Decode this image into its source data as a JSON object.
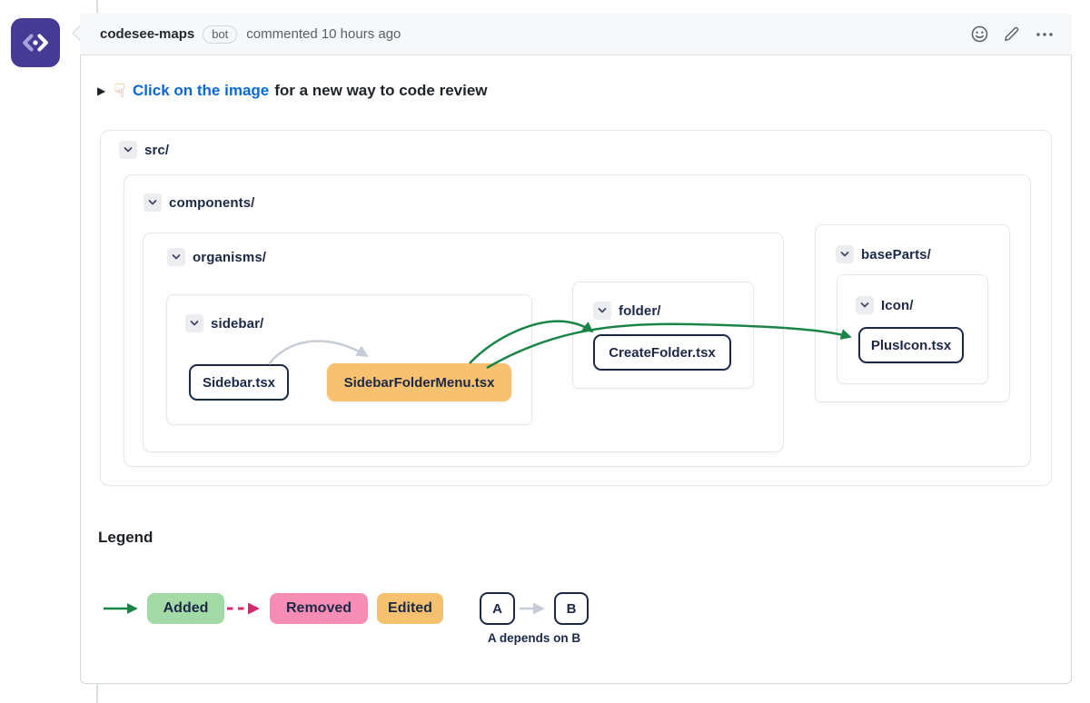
{
  "comment": {
    "author": "codesee-maps",
    "bot_badge": "bot",
    "action": "commented 10 hours ago",
    "header_icons": {
      "reaction": "smiley-face",
      "edit": "pencil",
      "more": "horizontal-kebab"
    },
    "summary": {
      "caret": "▶",
      "pointer_emoji": "☟",
      "link_text": "Click on the image",
      "rest_text": "for a new way to code review"
    }
  },
  "diagram": {
    "folders": [
      {
        "id": "src",
        "label": "src/"
      },
      {
        "id": "components",
        "label": "components/"
      },
      {
        "id": "organisms",
        "label": "organisms/"
      },
      {
        "id": "sidebar",
        "label": "sidebar/"
      },
      {
        "id": "folder",
        "label": "folder/"
      },
      {
        "id": "baseParts",
        "label": "baseParts/"
      },
      {
        "id": "icon",
        "label": "Icon/"
      }
    ],
    "nodes": [
      {
        "label": "Sidebar.tsx",
        "status": "default"
      },
      {
        "label": "SidebarFolderMenu.tsx",
        "status": "edited"
      },
      {
        "label": "CreateFolder.tsx",
        "status": "default"
      },
      {
        "label": "PlusIcon.tsx",
        "status": "default"
      }
    ],
    "edges": [
      {
        "from": "Sidebar.tsx",
        "to": "SidebarFolderMenu.tsx",
        "type": "existing-dependency"
      },
      {
        "from": "SidebarFolderMenu.tsx",
        "to": "CreateFolder.tsx",
        "type": "added"
      },
      {
        "from": "SidebarFolderMenu.tsx",
        "to": "PlusIcon.tsx",
        "type": "added"
      }
    ]
  },
  "legend": {
    "title": "Legend",
    "added_label": "Added",
    "removed_label": "Removed",
    "edited_label": "Edited",
    "a_label": "A",
    "b_label": "B",
    "caption": "A depends on B"
  },
  "colors": {
    "avatar_purple": "#453a94",
    "header_bg": "#f6f8fa",
    "card_border": "#d0d7de",
    "muted_text": "#57606a",
    "link_blue": "#0969da",
    "navy": "#1b2947",
    "edited_orange": "#f8c16f",
    "added_green_arrow": "#1a8447",
    "removed_pink_arrow": "#d62a6e",
    "dependency_gray_arrow": "#c7cdd6",
    "legend_added_bg": "#a3d9a5",
    "legend_removed_bg": "#f78cb4",
    "legend_edited_bg": "#f6c16f"
  }
}
